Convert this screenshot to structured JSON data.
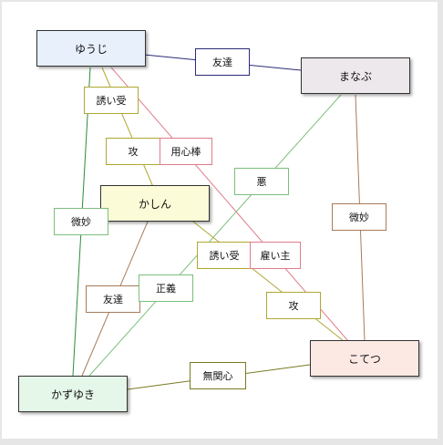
{
  "nodes": {
    "yuuji": {
      "label": "ゆうじ"
    },
    "manabu": {
      "label": "まなぶ"
    },
    "kashin": {
      "label": "かしん"
    },
    "kotetsu": {
      "label": "こてつ"
    },
    "kazuyuki": {
      "label": "かずゆき"
    }
  },
  "edge_labels": {
    "tomodachi_1": "友達",
    "sasoiuke_1": "誘い受",
    "seme_1": "攻",
    "youjinbou": "用心棒",
    "aku": "悪",
    "bimyou_1": "微妙",
    "bimyou_2": "微妙",
    "sasoiuke_2": "誘い受",
    "yatoinushi": "雇い主",
    "tomodachi_2": "友達",
    "seigi": "正義",
    "seme_2": "攻",
    "mukanshin": "無関心"
  },
  "colors": {
    "yuuji_manabu": "#2b2b7a",
    "sasoiuke": "#b0a832",
    "red_line": "#e07c8a",
    "green_line": "#7cbf7c",
    "brown_line": "#a77a5a",
    "dark_green": "#2e8b3a",
    "olive": "#7a7a20",
    "yuuji_bg": "#e8f0fb",
    "manabu_bg": "#ece8ec",
    "kashin_bg": "#fbfbd8",
    "kotetsu_bg": "#fde9e4",
    "kazuyuki_bg": "#e5f7e8"
  }
}
